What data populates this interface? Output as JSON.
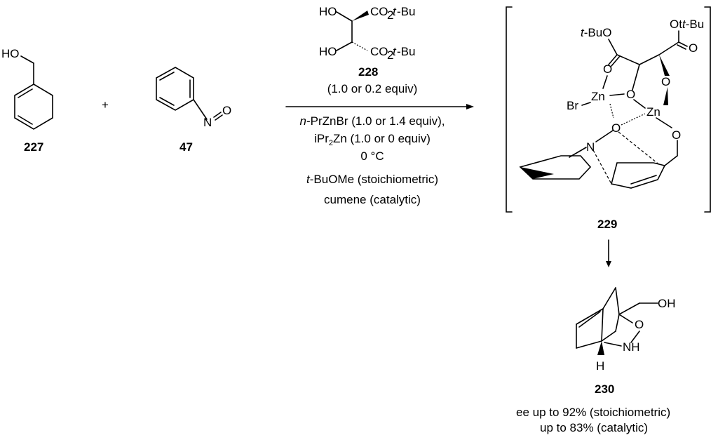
{
  "compounds": {
    "c227": "227",
    "c47": "47",
    "c228": "228",
    "c229": "229",
    "c230": "230"
  },
  "plus": "+",
  "atoms": {
    "ho": "HO",
    "n": "N",
    "o": "O",
    "zn": "Zn",
    "br": "Br",
    "oh": "OH",
    "nh": "NH",
    "h": "H",
    "co2": "CO",
    "two": "2",
    "tbu": "t",
    "bu": "-Bu",
    "tbuo_t": "t",
    "tbuo_rest": "-BuO",
    "otbu_o": "Ot",
    "otbu_rest": "-Bu"
  },
  "conditions": {
    "equiv228": "(1.0 or 0.2 equiv)",
    "line1_italic": "n",
    "line1_rest": "-PrZnBr (1.0 or 1.4 equiv),",
    "line2_a": "iPr",
    "line2_sub": "2",
    "line2_b": "Zn (1.0 or 0 equiv)",
    "line3": "0 °C",
    "line4_italic": "t",
    "line4_rest": "-BuOMe (stoichiometric)",
    "line5": "cumene (catalytic)"
  },
  "result": {
    "line1": "ee up to 92% (stoichiometric)",
    "line2": "up to 83% (catalytic)"
  }
}
